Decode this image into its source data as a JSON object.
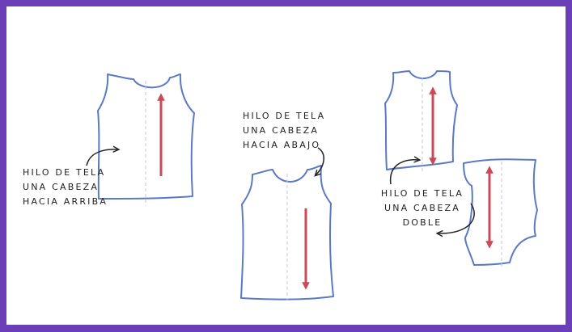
{
  "colors": {
    "frame": "#6b3fb8",
    "outline": "#5b79c4",
    "arrow": "#c94a5a",
    "grainline": "#bfc8d8",
    "pointer": "#222222"
  },
  "labels": {
    "up": [
      "HILO DE TELA",
      "UNA CABEZA",
      "HACIA ARRIBA"
    ],
    "down": [
      "HILO DE TELA",
      "UNA CABEZA",
      "HACIA ABAJO"
    ],
    "double": [
      "HILO DE TELA",
      "UNA CABEZA",
      "DOBLE"
    ]
  }
}
